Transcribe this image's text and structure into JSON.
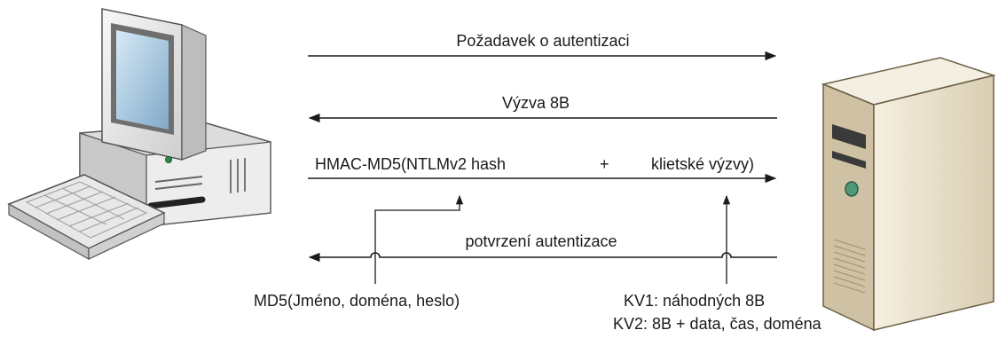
{
  "messages": {
    "auth_request": "Požadavek o autentizaci",
    "challenge": "Výzva 8B",
    "response_part1": "HMAC-MD5(NTLMv2 hash",
    "response_plus": "+",
    "response_part2": "klietské výzvy)",
    "auth_confirm": "potvrzení autentizace"
  },
  "notes": {
    "md5_source": "MD5(Jméno, doména, heslo)",
    "kv1": "KV1: náhodných 8B",
    "kv2": "KV2: 8B + data, čas, doména"
  },
  "colors": {
    "line": "#1a1a1a",
    "monitor_body": "#e6e6e6",
    "screen": "#9fc3dd",
    "server_body": "#ece3cf",
    "led_green": "#2f8a4a",
    "server_button": "#4d9a78"
  }
}
